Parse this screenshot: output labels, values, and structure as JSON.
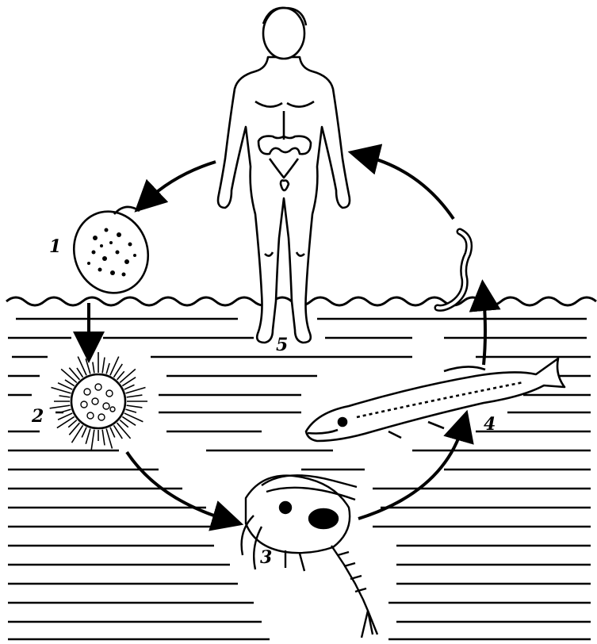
{
  "labels": {
    "stage_1": "1",
    "stage_2": "2",
    "stage_3": "3",
    "stage_4": "4",
    "stage_5": "5"
  },
  "colors": {
    "ink": "#000000",
    "paper": "#ffffff"
  }
}
